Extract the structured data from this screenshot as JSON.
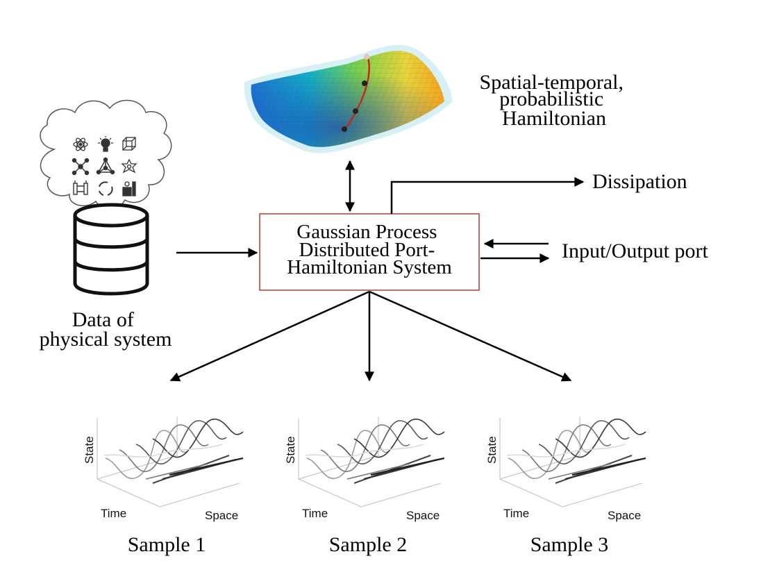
{
  "center_box": {
    "lines": [
      "Gaussian Process",
      "Distributed Port-",
      "Hamiltonian System"
    ],
    "border_color": "#c0392b"
  },
  "hamiltonian_label": [
    "Spatial-temporal,",
    "probabilistic",
    "Hamiltonian"
  ],
  "dissipation_label": "Dissipation",
  "io_port_label": "Input/Output port",
  "data_label": [
    "Data of",
    "physical system"
  ],
  "samples": [
    {
      "title": "Sample 1",
      "axis_state": "State",
      "axis_time": "Time",
      "axis_space": "Space"
    },
    {
      "title": "Sample 2",
      "axis_state": "State",
      "axis_time": "Time",
      "axis_space": "Space"
    },
    {
      "title": "Sample 3",
      "axis_state": "State",
      "axis_time": "Time",
      "axis_space": "Space"
    }
  ],
  "cloud_icons": [
    "atom-icon",
    "lightbulb-icon",
    "cube-icon",
    "network-icon",
    "triangle-graph-icon",
    "gear-icon",
    "circuit-icon",
    "cycle-icon",
    "apparatus-icon"
  ]
}
